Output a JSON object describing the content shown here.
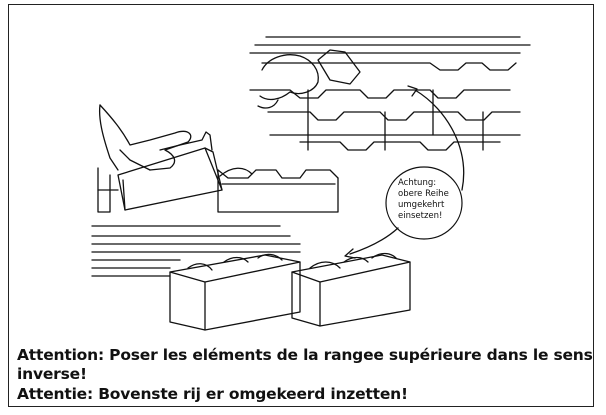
{
  "callout": {
    "lines": [
      "Achtung:",
      "obere Reihe",
      "umgekehrt",
      "einsetzen!"
    ]
  },
  "caption": {
    "french": "Attention: Poser les eléments de la rangee supérieure dans le sens inverse!",
    "dutch": "Attentie: Bovenste rij er omgekeerd inzetten!"
  },
  "colors": {
    "ink": "#111111",
    "paper": "#ffffff"
  }
}
